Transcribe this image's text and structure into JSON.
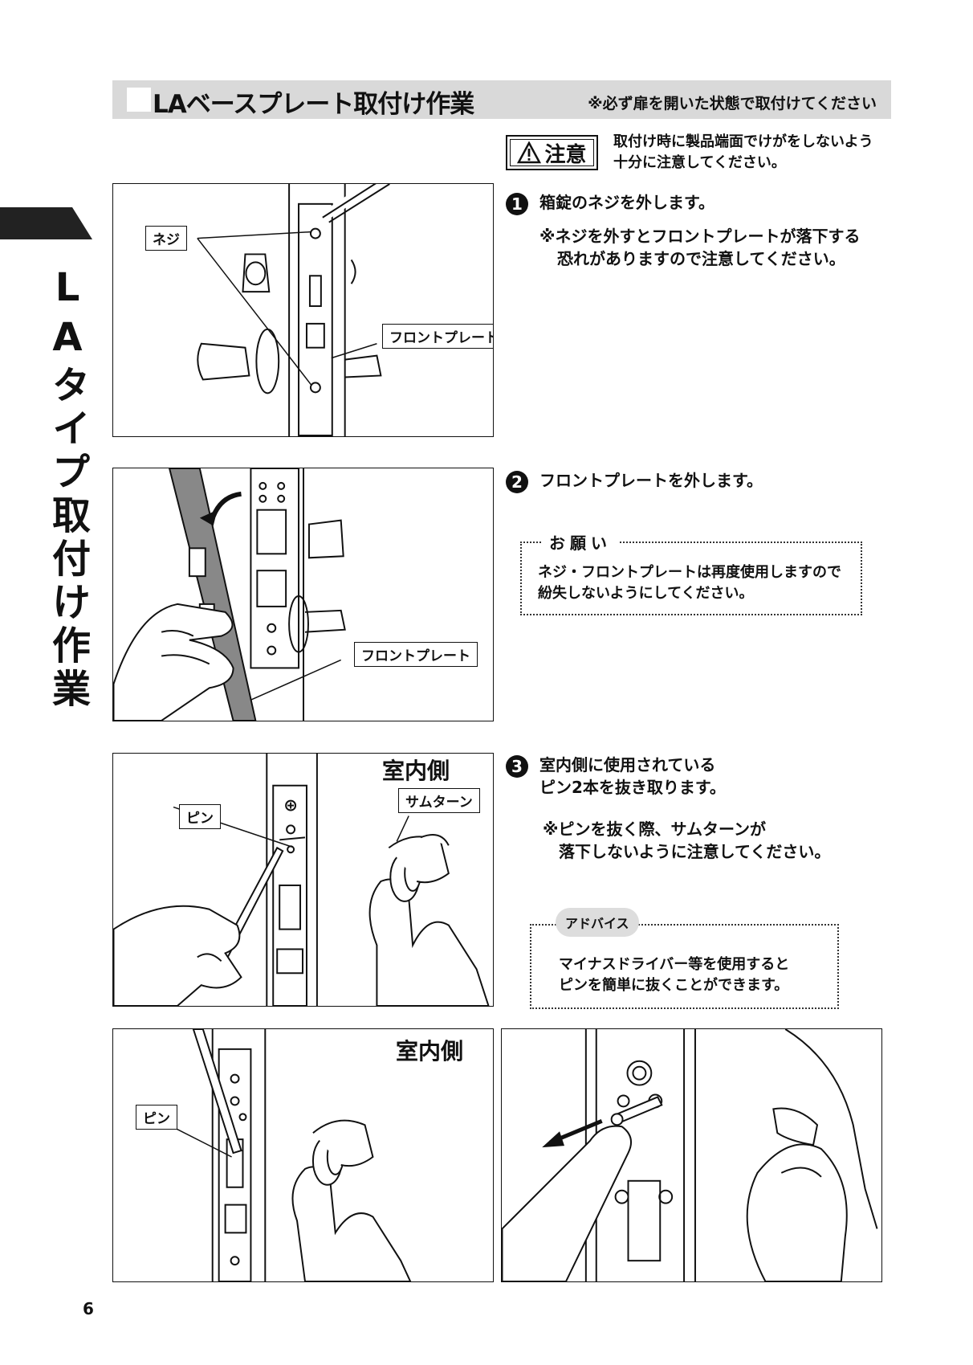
{
  "header": {
    "title": "LAベースプレート取付け作業",
    "note": "※必ず扉を開いた状態で取付けてください"
  },
  "side": {
    "title": "LAタイプ取付け作業"
  },
  "caution": {
    "label": "注意",
    "line1": "取付け時に製品端面でけがをしないよう",
    "line2": "十分に注意してください。"
  },
  "panel1": {
    "screw_label": "ネジ",
    "front_plate_label": "フロントプレート"
  },
  "panel2": {
    "front_plate_label": "フロントプレート"
  },
  "panel3": {
    "side_label": "室内側",
    "pin_label": "ピン",
    "thumbturn_label": "サムターン"
  },
  "panel4": {
    "side_label": "室内側",
    "pin_label": "ピン"
  },
  "steps": [
    {
      "num": "1",
      "text": "箱錠のネジを外します。",
      "note1": "※ネジを外すとフロントプレートが落下する",
      "note2": "恐れがありますので注意してください。"
    },
    {
      "num": "2",
      "text": "フロントプレートを外します。"
    },
    {
      "num": "3",
      "text1": "室内側に使用されている",
      "text2": "ピン2本を抜き取ります。",
      "note1": "※ピンを抜く際、サムターンが",
      "note2": "落下しないように注意してください。"
    }
  ],
  "request": {
    "title": "お願い",
    "line1": "ネジ・フロントプレートは再度使用しますので",
    "line2": "紛失しないようにしてください。"
  },
  "advice": {
    "title": "アドバイス",
    "line1": "マイナスドライバー等を使用すると",
    "line2": "ピンを簡単に抜くことができます。"
  },
  "page_number": "6"
}
